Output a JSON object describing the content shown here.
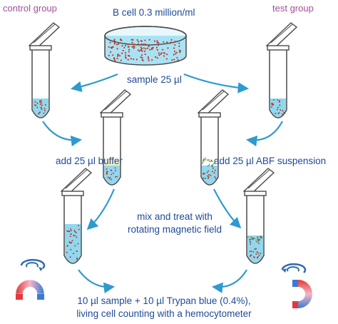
{
  "groups": {
    "control": "control group",
    "test": "test group"
  },
  "labels": {
    "b_cell": "B cell  0.3 million/ml",
    "sample": "sample 25 µl",
    "add_buffer": "add 25 µl buffer",
    "add_abf": "add 25 µl ABF suspension",
    "mix_line1": "mix and treat with",
    "mix_line2": "rotating magnetic field",
    "count_line1": "10 µl sample + 10 µl Trypan blue (0.4%),",
    "count_line2": "living cell counting with a hemocytometer"
  },
  "colors": {
    "label_text": "#1f4a96",
    "group_text": "#a0509a",
    "arrow": "#2e9ad0",
    "tube_outline": "#4a4a4a",
    "liquid": "#8fd8f0",
    "buffer": "#f7eec0",
    "cell_red": "#c0392b",
    "abf_green": "#4a7a2a"
  },
  "icons": {
    "dish": "petri-dish-icon",
    "tube": "microcentrifuge-tube-icon",
    "magnet": "horseshoe-magnet-icon",
    "rotation": "rotation-arrow-icon"
  }
}
